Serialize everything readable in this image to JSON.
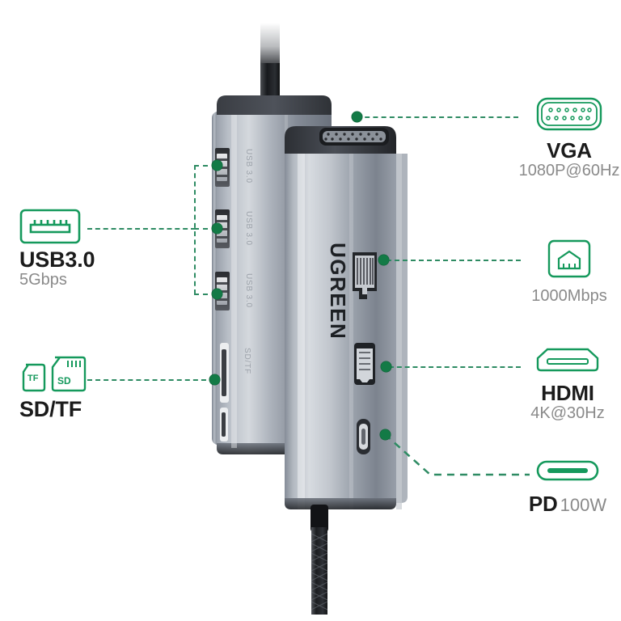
{
  "product": {
    "brand": "UGREEN",
    "port_labels": {
      "usb": "USB 3.0",
      "card": "SD/TF"
    }
  },
  "theme": {
    "accent_green": "#2e8b63",
    "dot_green": "#137a46",
    "icon_green": "#15995c",
    "title_color": "#1b1b1b",
    "subtitle_color": "#8a8a8a",
    "background": "#ffffff",
    "body_light": "#c9cdd4",
    "body_dark": "#5e646e",
    "cable_color": "#1a1a1c"
  },
  "callouts": {
    "vga": {
      "icon": "vga-port-icon",
      "title": "VGA",
      "subtitle": "1080P@60Hz",
      "side": "right"
    },
    "lan": {
      "icon": "rj45-ethernet-icon",
      "title": "",
      "subtitle": "1000Mbps",
      "side": "right"
    },
    "hdmi": {
      "icon": "hdmi-port-icon",
      "title": "HDMI",
      "subtitle": "4K@30Hz",
      "side": "right"
    },
    "pd": {
      "icon": "usb-c-port-icon",
      "title": "PD",
      "subtitle": "100W",
      "side": "right"
    },
    "usb": {
      "icon": "usb-a-port-icon",
      "title": "USB3.0",
      "subtitle": "5Gbps",
      "side": "left"
    },
    "card": {
      "icon": "sd-tf-card-icon",
      "title": "SD/TF",
      "subtitle": "",
      "side": "left"
    }
  }
}
